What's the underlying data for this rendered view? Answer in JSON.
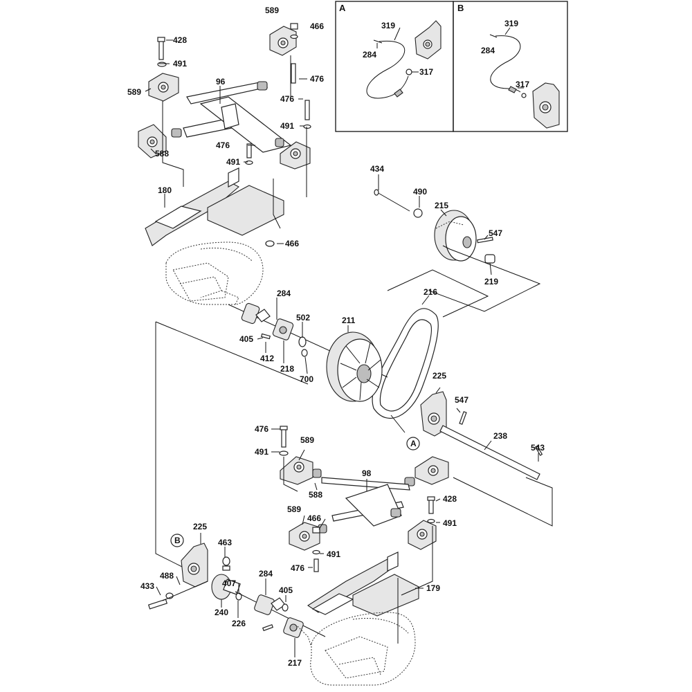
{
  "diagram": {
    "insets": [
      {
        "letter": "A"
      },
      {
        "letter": "B"
      }
    ],
    "parts": {
      "p589a": "589",
      "p466a": "466",
      "p428a": "428",
      "p491a": "491",
      "p476a": "476",
      "p589b": "589",
      "p96": "96",
      "p476b": "476",
      "p491b": "491",
      "p588a": "588",
      "p476c": "476",
      "p491c": "491",
      "p180": "180",
      "p466b": "466",
      "pA319": "319",
      "pA284": "284",
      "pA317": "317",
      "pB319": "319",
      "pB284": "284",
      "pB317": "317",
      "p434": "434",
      "p490": "490",
      "p215": "215",
      "p547a": "547",
      "p219": "219",
      "p216": "216",
      "p284a": "284",
      "p502": "502",
      "p211": "211",
      "p405a": "405",
      "p412": "412",
      "p218": "218",
      "p700": "700",
      "p225a": "225",
      "p547b": "547",
      "p238": "238",
      "p543": "543",
      "p476d": "476",
      "p589c": "589",
      "p491d": "491",
      "callA": "A",
      "p98": "98",
      "p588b": "588",
      "p428b": "428",
      "p589d": "589",
      "p466c": "466",
      "p491e": "491",
      "p491f": "491",
      "p476e": "476",
      "callB": "B",
      "p225b": "225",
      "p463": "463",
      "p433": "433",
      "p488": "488",
      "p407": "407",
      "p284b": "284",
      "p405b": "405",
      "p179": "179",
      "p240": "240",
      "p226": "226",
      "p217": "217"
    }
  }
}
